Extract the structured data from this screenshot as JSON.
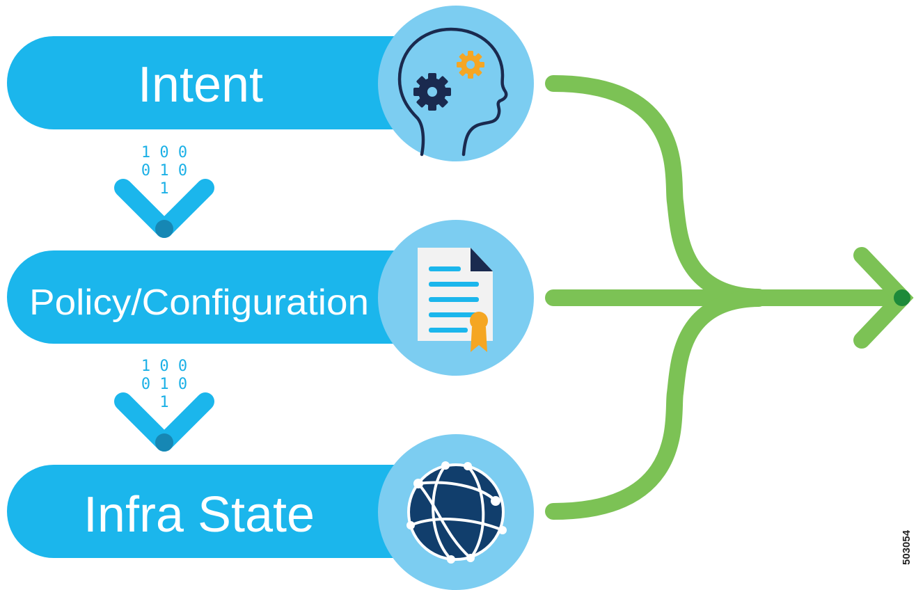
{
  "stages": [
    {
      "label": "Intent",
      "icon": "head-gears-icon"
    },
    {
      "label": "Policy/Configuration",
      "icon": "certificate-document-icon"
    },
    {
      "label": "Infra State",
      "icon": "network-globe-icon"
    }
  ],
  "binary_markers": [
    {
      "line1": "1 0 0",
      "line2": "0 1 0",
      "line3": "1"
    },
    {
      "line1": "1 0 0",
      "line2": "0 1 0",
      "line3": "1"
    }
  ],
  "figure_id": "503054",
  "colors": {
    "pill": "#1bb6ec",
    "icon_circle": "#7ccdf1",
    "chevron": "#1bb6ec",
    "chevron_tip": "#1687b4",
    "flow": "#7cc255",
    "flow_tip": "#1d8a3a",
    "gear_dark": "#1a2a4f",
    "gear_orange": "#f5a623",
    "globe": "#113e6c",
    "document": "#f2f2f2"
  }
}
